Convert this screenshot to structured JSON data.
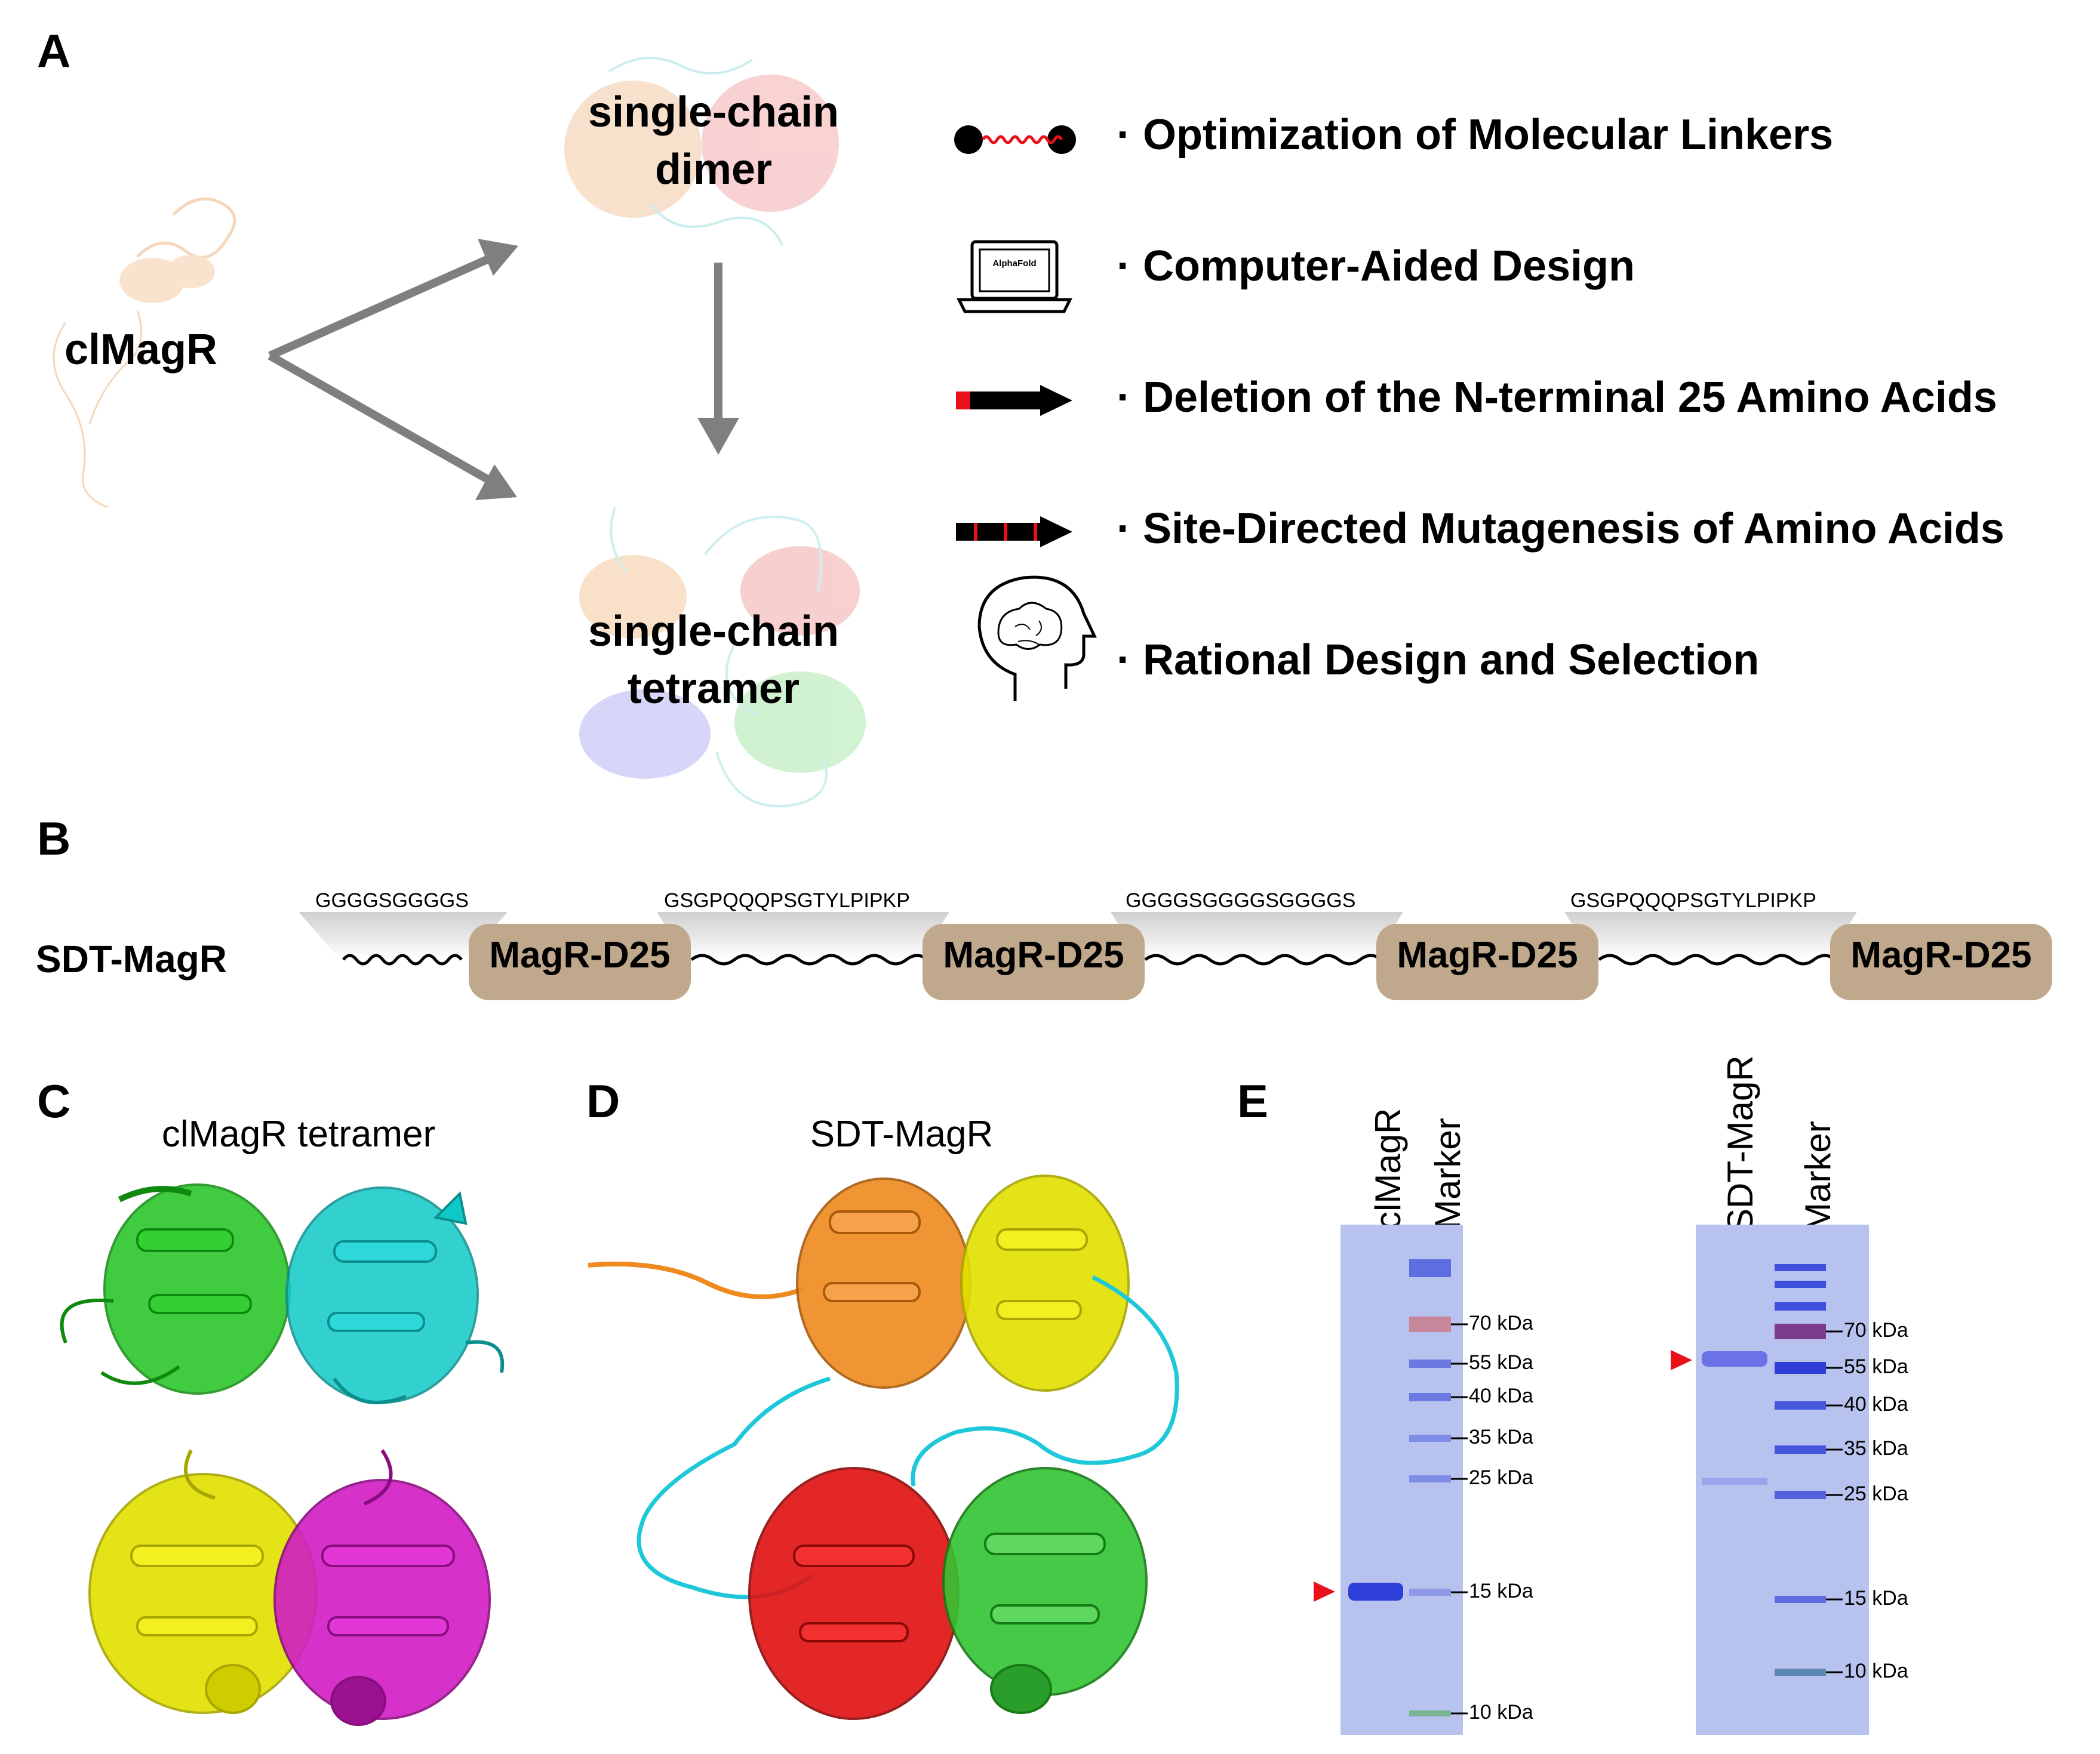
{
  "panels": {
    "a": "A",
    "b": "B",
    "c": "C",
    "d": "D",
    "e": "E"
  },
  "panel_a": {
    "monomer": "clMagR",
    "dimer": [
      "single-chain",
      "dimer"
    ],
    "tetramer": [
      "single-chain",
      "tetramer"
    ],
    "laptop_screen_text": "AlphaFold",
    "features": [
      "· Optimization of Molecular Linkers",
      "· Computer-Aided Design",
      "· Deletion of the N-terminal 25 Amino Acids",
      "· Site-Directed Mutagenesis of Amino Acids",
      "· Rational Design and Selection"
    ],
    "feature_icons": [
      "linker-icon",
      "laptop-icon",
      "deletion-arrow-icon",
      "mutagenesis-arrow-icon",
      "brain-head-icon"
    ]
  },
  "panel_b": {
    "construct": "SDT-MagR",
    "linkers": [
      "GGGGSGGGGS",
      "GSGPQQQPSGTYLPIPKP",
      "GGGGSGGGGSGGGGS",
      "GSGPQQQPSGTYLPIPKP"
    ],
    "domains": [
      "MagR-D25",
      "MagR-D25",
      "MagR-D25",
      "MagR-D25"
    ],
    "domain_color": "#bfa88c"
  },
  "panel_c": {
    "title": "clMagR tetramer",
    "chain_colors": [
      "#1fc21f",
      "#10c8c8",
      "#e2e000",
      "#d21cc4"
    ]
  },
  "panel_d": {
    "title": "SDT-MagR",
    "chain_colors": [
      "#ee8a1e",
      "#e2e000",
      "#e01010",
      "#33c433",
      "#1ec8d8"
    ]
  },
  "panel_e": {
    "gel1": {
      "lanes": [
        "clMagR",
        "Marker"
      ],
      "markers": [
        "70 kDa",
        "55 kDa",
        "40 kDa",
        "35 kDa",
        "25 kDa",
        "15 kDa",
        "10 kDa"
      ]
    },
    "gel2": {
      "lanes": [
        "SDT-MagR",
        "Marker"
      ],
      "markers": [
        "70 kDa",
        "55 kDa",
        "40 kDa",
        "35 kDa",
        "25 kDa",
        "15 kDa",
        "10 kDa"
      ]
    },
    "pointer_color": "#e8101a",
    "gel_color": "#b8c2ee"
  }
}
